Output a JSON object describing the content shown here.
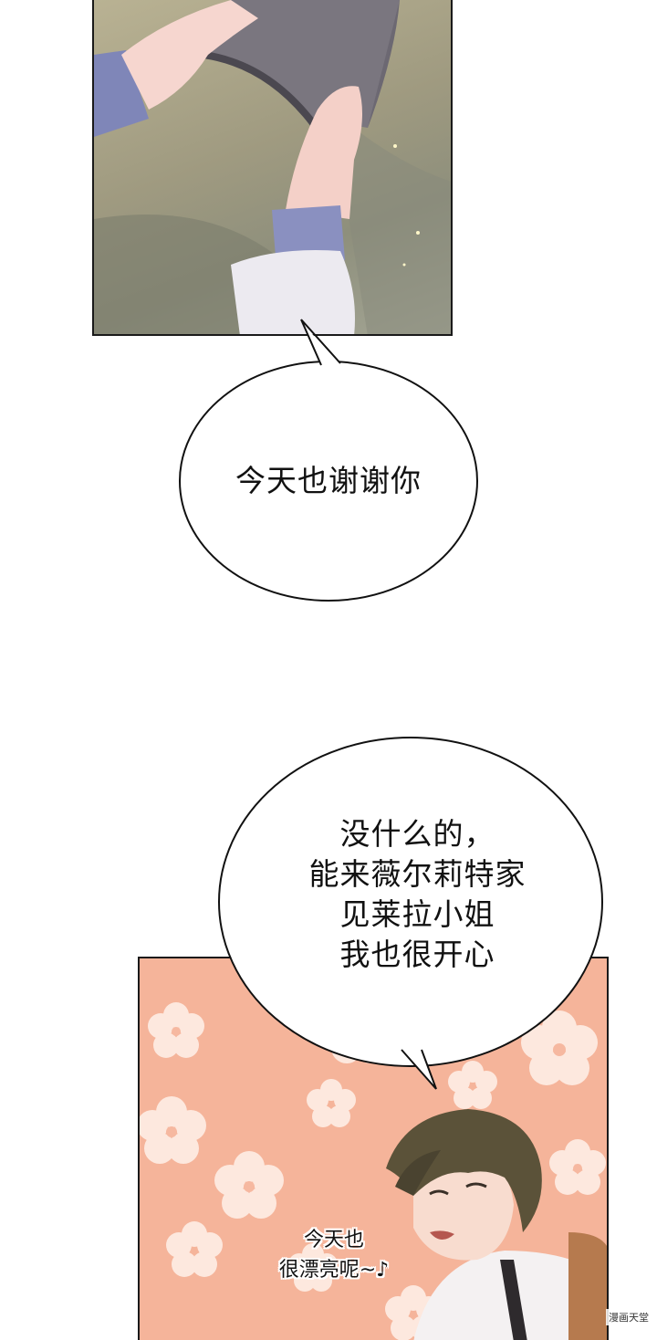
{
  "bubbles": {
    "first": "今天也谢谢你",
    "second": [
      "没什么的，",
      "能来薇尔莉特家",
      "见莱拉小姐",
      "我也很开心"
    ]
  },
  "sfx": [
    "今天也",
    "很漂亮呢~♪"
  ],
  "watermark": "漫画天堂",
  "colors": {
    "panel_bg_top": "#a29d84",
    "panel_bg_bottom": "#f5b49a",
    "flower": "#fde8de"
  }
}
